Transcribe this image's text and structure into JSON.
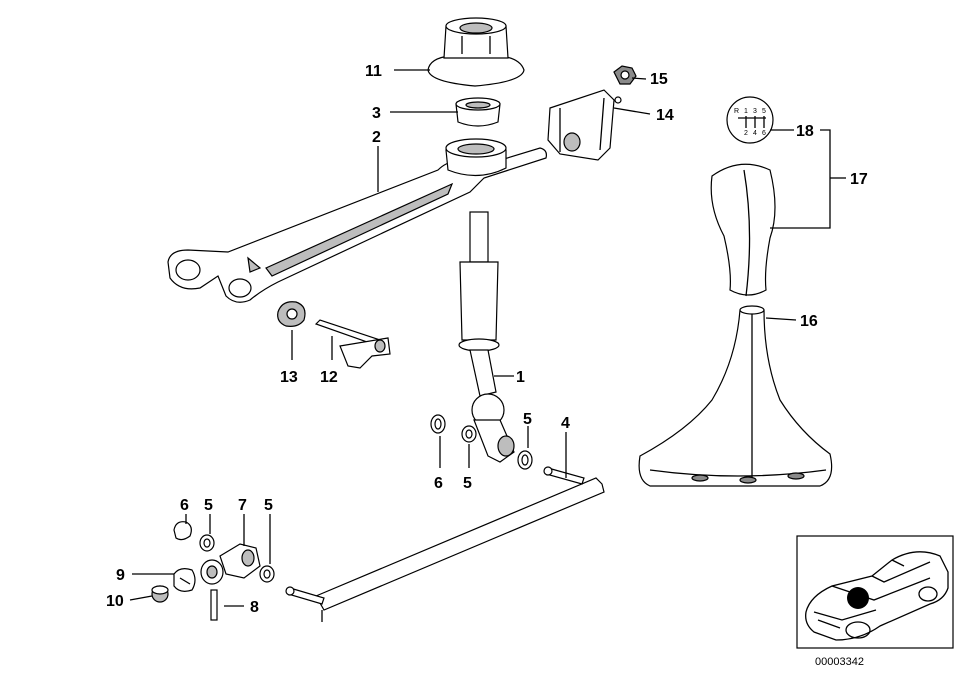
{
  "diagram": {
    "callouts": {
      "c1": "1",
      "c2": "2",
      "c3": "3",
      "c4": "4",
      "c5a": "5",
      "c5b": "5",
      "c5c": "5",
      "c5d": "5",
      "c6a": "6",
      "c6b": "6",
      "c7": "7",
      "c8": "8",
      "c9": "9",
      "c10": "10",
      "c11": "11",
      "c12": "12",
      "c13": "13",
      "c14": "14",
      "c15": "15",
      "c16": "16",
      "c17": "17",
      "c18": "18"
    },
    "shift_pattern": {
      "top": [
        "R",
        "1",
        "3",
        "5"
      ],
      "bottom": [
        "2",
        "4",
        "6"
      ]
    },
    "diagram_number": "00003342"
  }
}
